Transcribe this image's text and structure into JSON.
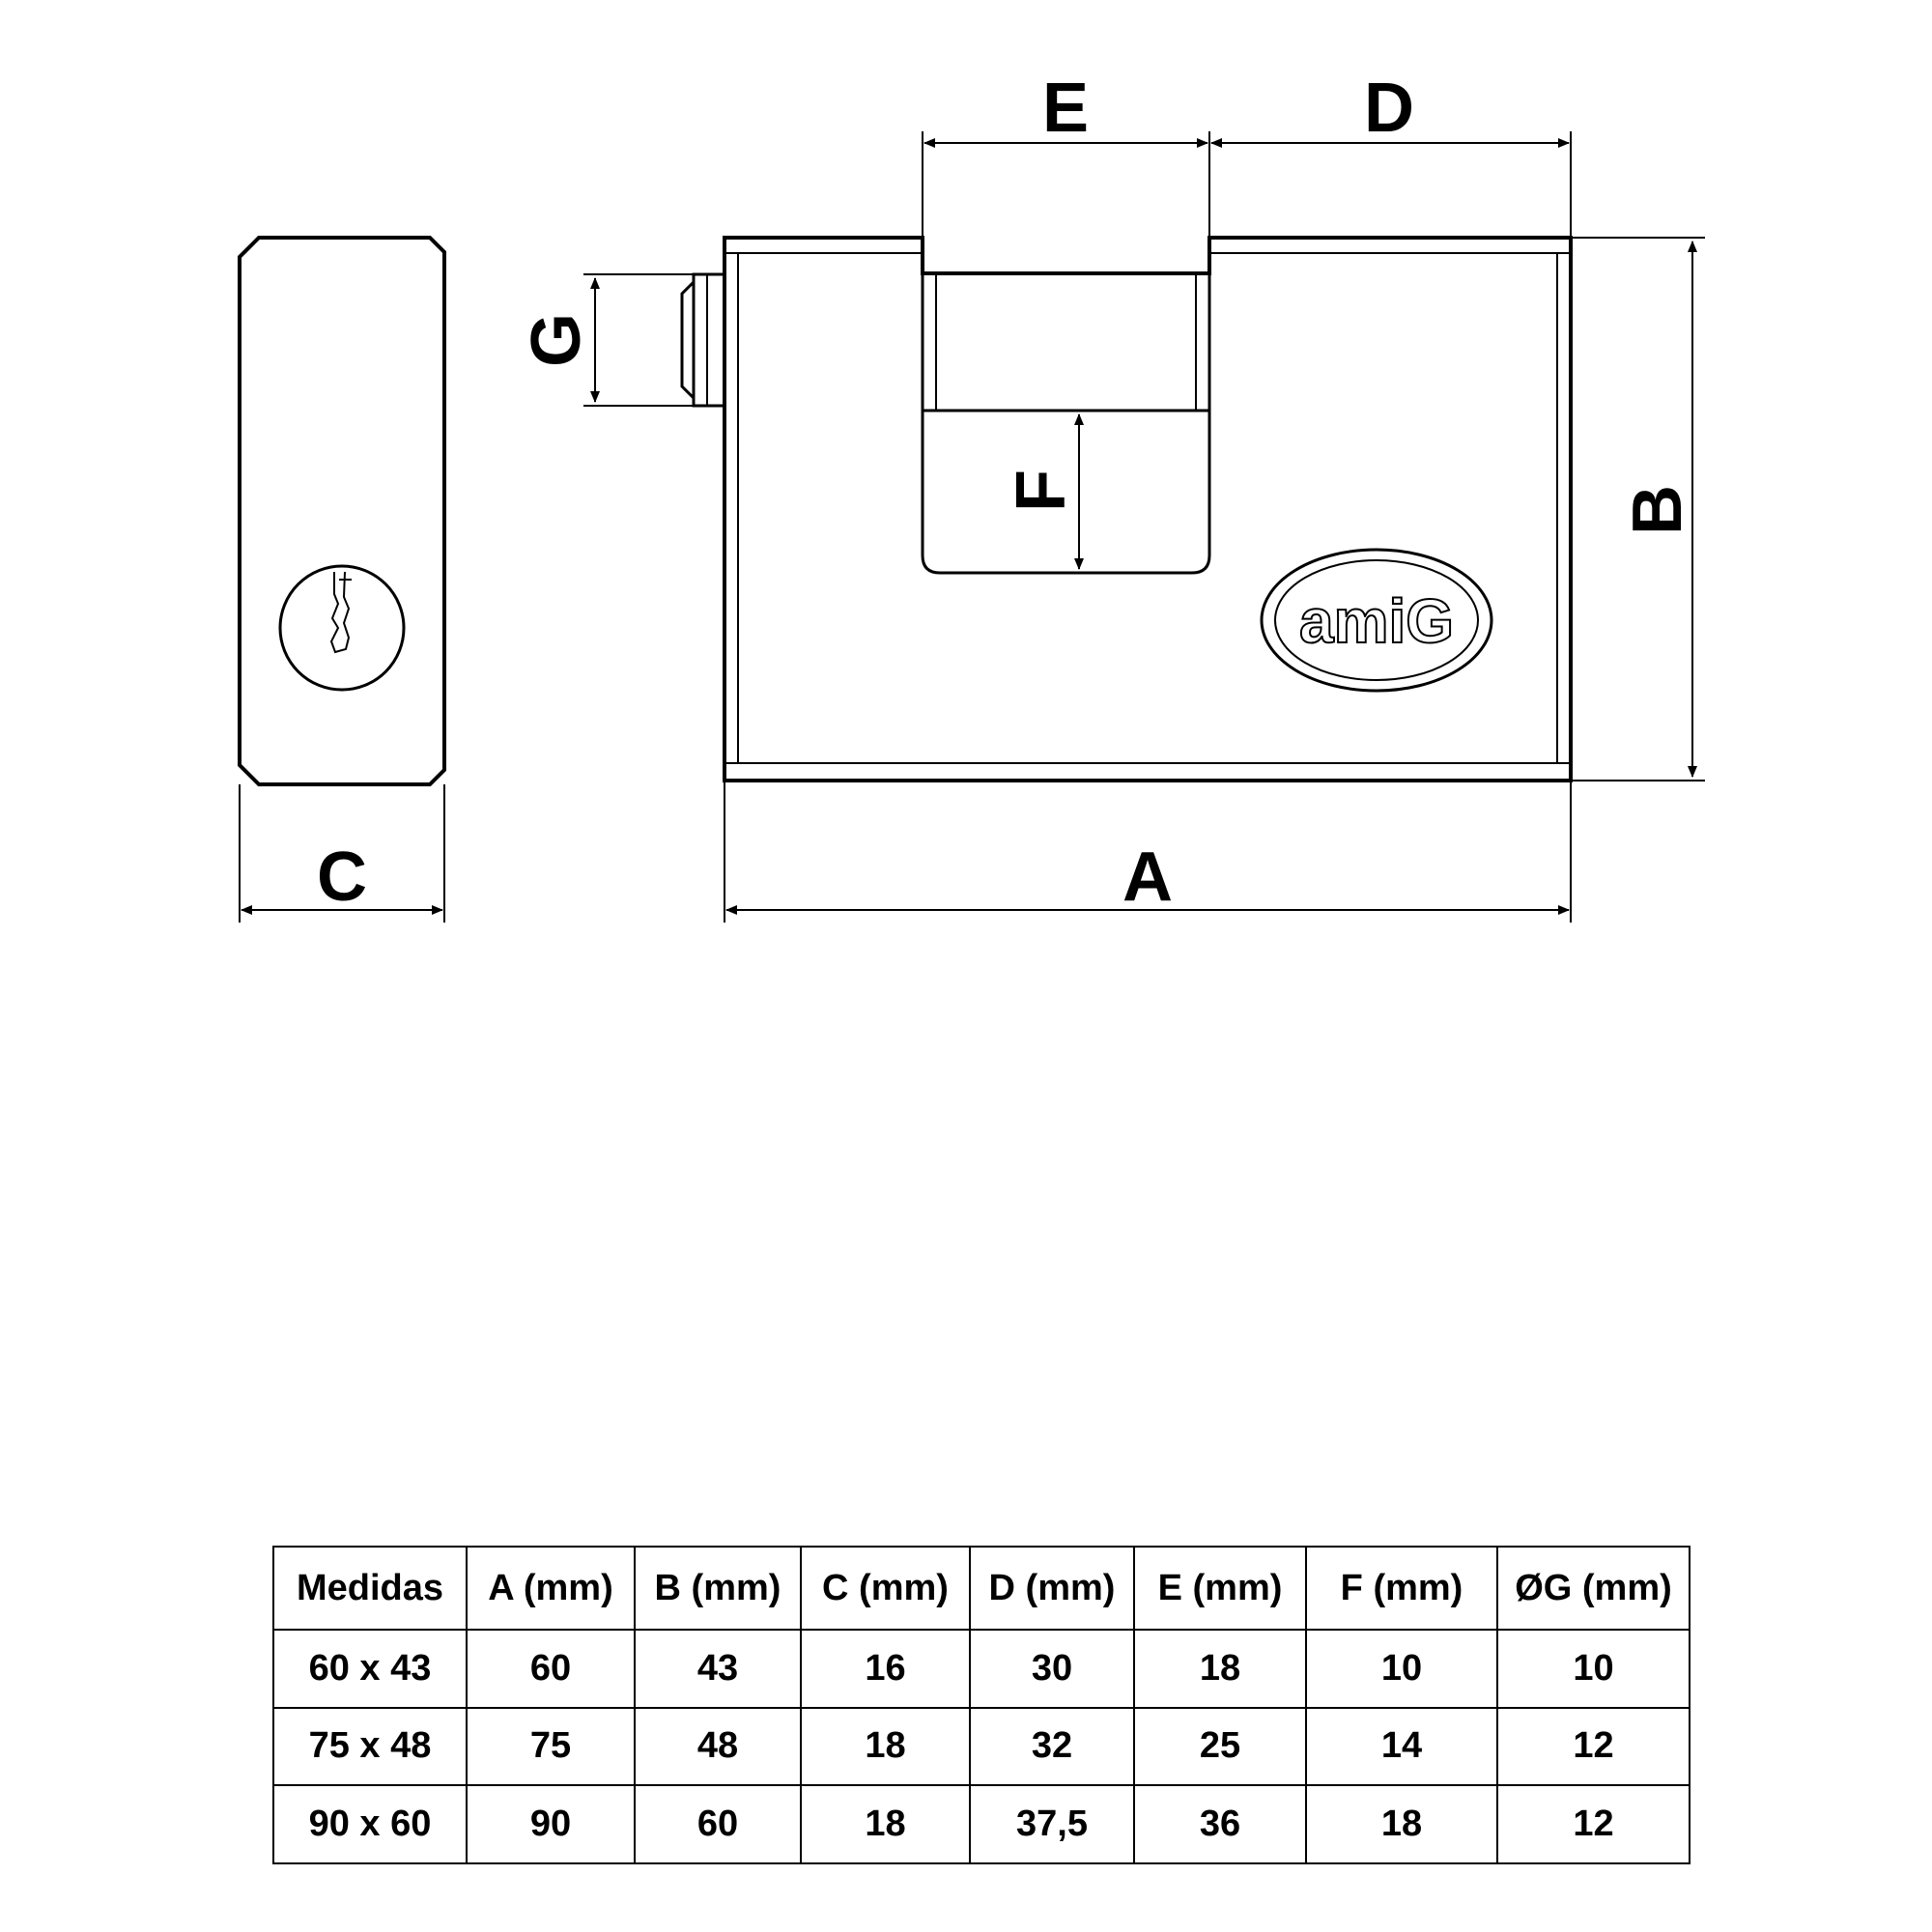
{
  "diagram": {
    "labels": {
      "A": "A",
      "B": "B",
      "C": "C",
      "D": "D",
      "E": "E",
      "F": "F",
      "G": "G"
    },
    "logo_text": "amiG"
  },
  "table": {
    "headers": [
      "Medidas",
      "A (mm)",
      "B (mm)",
      "C (mm)",
      "D (mm)",
      "E (mm)",
      "F (mm)",
      "ØG (mm)"
    ],
    "rows": [
      [
        "60 x 43",
        "60",
        "43",
        "16",
        "30",
        "18",
        "10",
        "10"
      ],
      [
        "75 x 48",
        "75",
        "48",
        "18",
        "32",
        "25",
        "14",
        "12"
      ],
      [
        "90 x 60",
        "90",
        "60",
        "18",
        "37,5",
        "36",
        "18",
        "12"
      ]
    ]
  }
}
